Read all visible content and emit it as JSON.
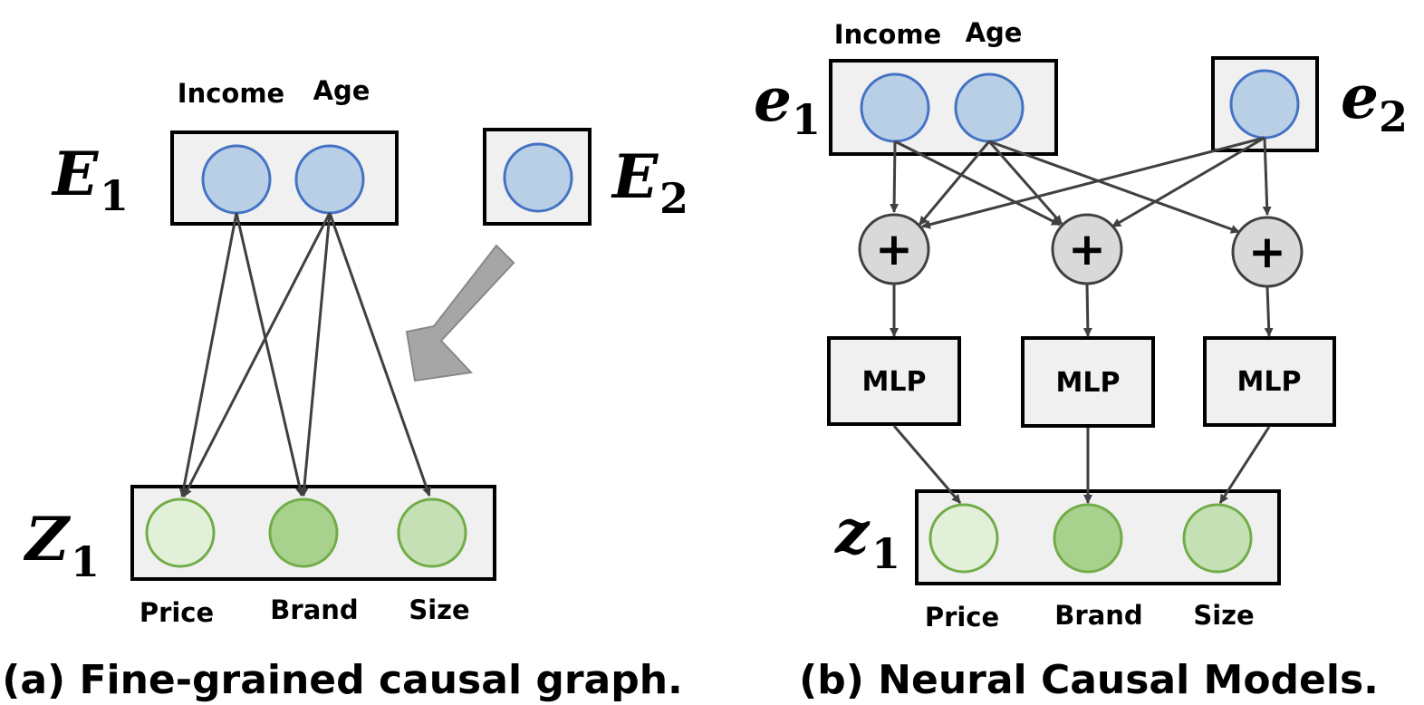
{
  "panel_a": {
    "caption": "(a) Fine-grained causal graph.",
    "E1": {
      "symbol": "E",
      "subscript": "1"
    },
    "E2": {
      "symbol": "E",
      "subscript": "2"
    },
    "Z1": {
      "symbol": "Z",
      "subscript": "1"
    },
    "labels": {
      "income": "Income",
      "age": "Age",
      "price": "Price",
      "brand": "Brand",
      "size": "Size"
    }
  },
  "panel_b": {
    "caption": "(b) Neural Causal Models.",
    "e1": {
      "symbol": "e",
      "subscript": "1"
    },
    "e2": {
      "symbol": "e",
      "subscript": "2"
    },
    "z1": {
      "symbol": "z",
      "subscript": "1"
    },
    "labels": {
      "income": "Income",
      "age": "Age",
      "price": "Price",
      "brand": "Brand",
      "size": "Size"
    },
    "plus_symbol": "+",
    "mlp_labels": [
      "MLP",
      "MLP",
      "MLP"
    ]
  },
  "colors": {
    "exogenous_fill": "#b8cfe6",
    "exogenous_stroke": "#4472c4",
    "price_fill": "#e2f0d9",
    "brand_fill": "#a9d18e",
    "size_fill": "#c5e0b4",
    "node_stroke": "#70ad47",
    "operator_fill": "#d9d9d9",
    "arrow": "#404040",
    "big_arrow": "#a6a6a6"
  }
}
